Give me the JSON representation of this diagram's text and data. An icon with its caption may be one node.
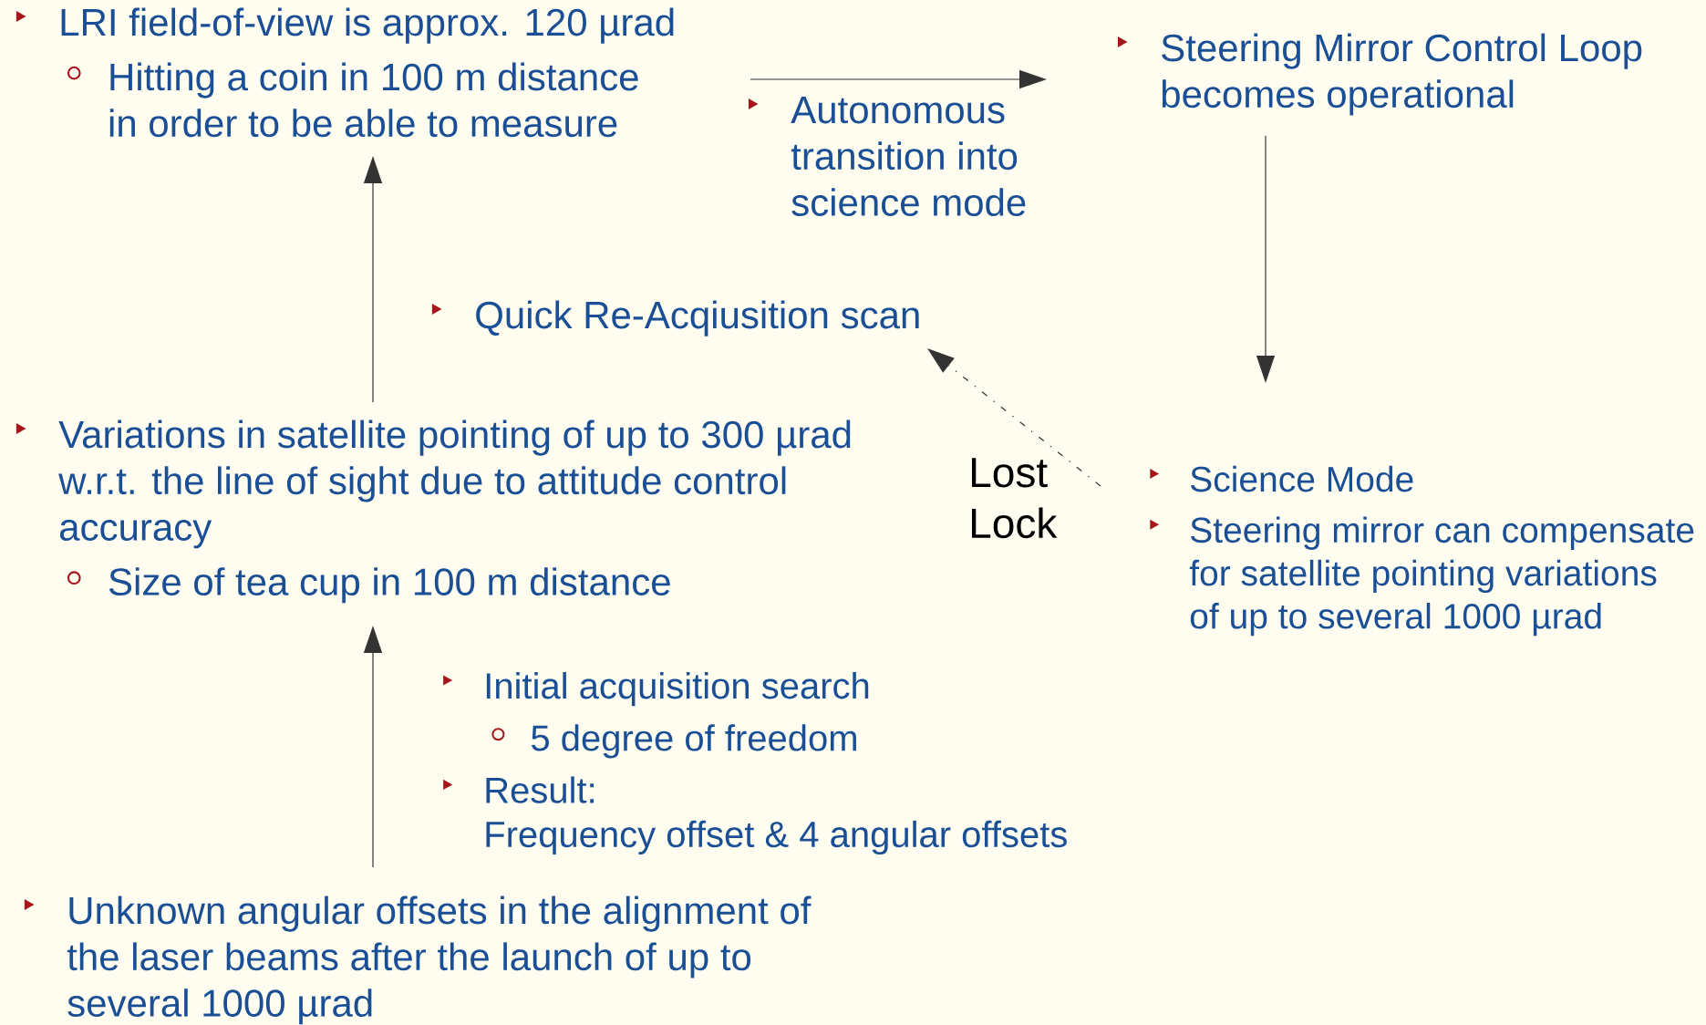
{
  "diagram": {
    "nodes": [
      {
        "text": [
          "LRI field-of-view is approx. 120 µrad",
          "Hitting a coin in 100 m distance in order to be able to measure"
        ]
      },
      {
        "text": [
          "Steering Mirror Control Loop becomes operational"
        ]
      },
      {
        "text": [
          "Quick Re-Acqiusition scan"
        ]
      },
      {
        "text": [
          "Variations in satellite pointing of up to 300 µrad w.r.t. the line of sight due to attitude control accuracy",
          "Size of tea cup in 100 m distance"
        ]
      },
      {
        "text": [
          "Science Mode",
          "Steering mirror can compensate for satellite pointing variations of up to several 1000 µrad"
        ]
      },
      {
        "text": [
          "Unknown angular offsets in the alignment of the laser beams after the launch of up to several 1000 µrad"
        ]
      }
    ],
    "edges": [
      {
        "from": 3,
        "to": 0,
        "arrow": "to"
      },
      {
        "from": 0,
        "to": 1,
        "arrow": "to",
        "label": "Autonomous transition into science mode"
      },
      {
        "from": 1,
        "to": 4,
        "arrow": "to"
      },
      {
        "from": 4,
        "to": 2,
        "arrow": "to",
        "style": "dashed",
        "label": "Lost Lock"
      },
      {
        "from": 5,
        "to": 3,
        "arrow": "to"
      }
    ],
    "labels": [
      "Initial acquisition search",
      "5 degree of freedom",
      "Result: Frequency offset & 4 angular offsets"
    ]
  }
}
